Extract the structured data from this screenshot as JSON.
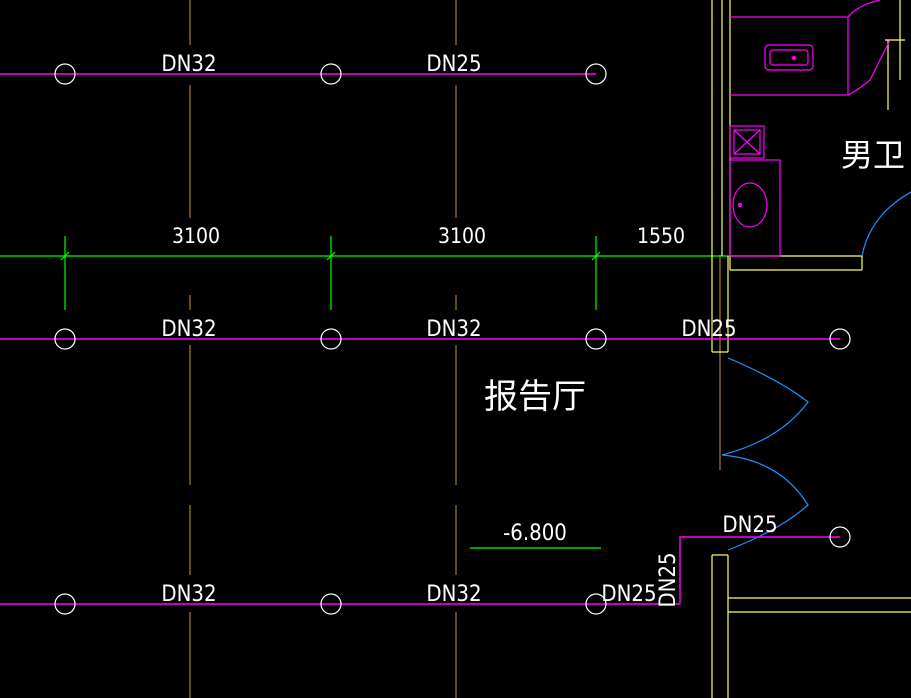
{
  "room_labels": {
    "main_hall": "报告厅",
    "restroom": "男卫"
  },
  "dimensions": [
    "3100",
    "3100",
    "1550"
  ],
  "elevation": "-6.800",
  "pipe_labels": {
    "row1": [
      "DN32",
      "DN25"
    ],
    "row2": [
      "DN32",
      "DN32",
      "DN25"
    ],
    "row3": [
      "DN32",
      "DN32",
      "DN25"
    ],
    "branch_h": "DN25",
    "branch_v": "DN25"
  },
  "colors": {
    "background": "#000000",
    "pipe": "#ff00ff",
    "grid_axis": "#c8963c",
    "dimension": "#00ff00",
    "wall": "#ffff66",
    "door": "#1e90ff",
    "fixture": "#ff00ff",
    "text": "#ffffff"
  }
}
